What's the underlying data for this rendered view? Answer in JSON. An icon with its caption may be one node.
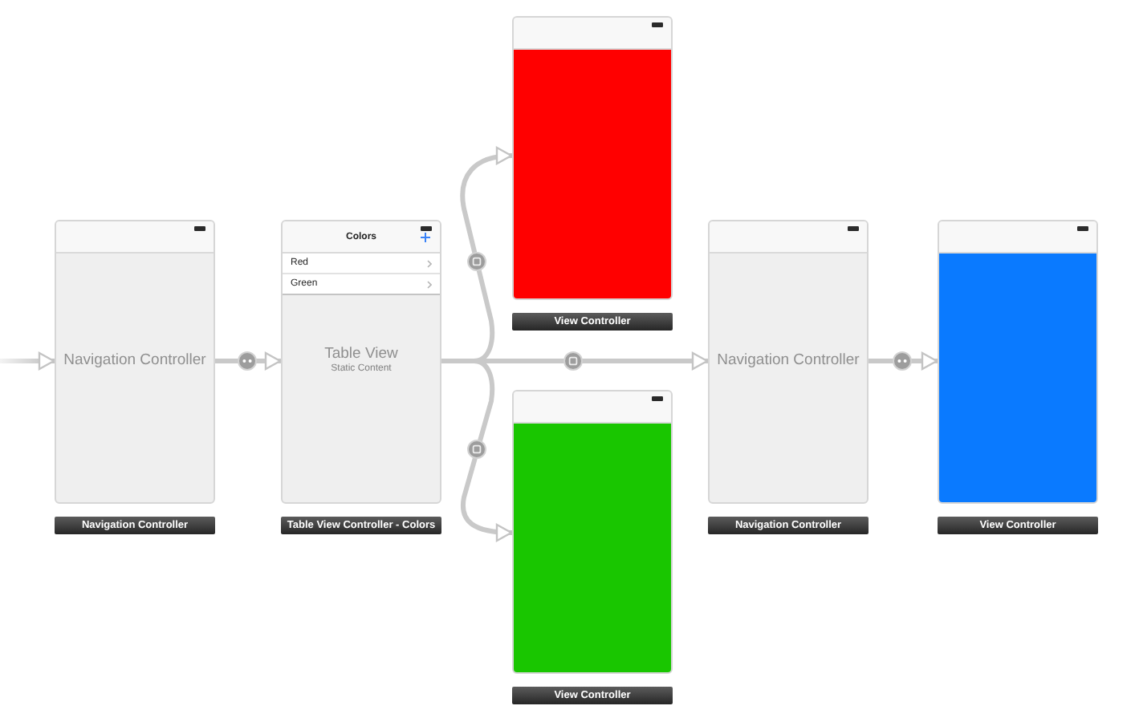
{
  "diagram": {
    "nodes": [
      {
        "text": [
          "Navigation Controller"
        ],
        "beside": [
          "Navigation Controller"
        ]
      },
      {
        "text": [
          "Colors",
          "Red",
          "Green",
          "Table View",
          "Static Content"
        ],
        "beside": [
          "Table View Controller - Colors"
        ]
      },
      {
        "text": [],
        "shape": "box",
        "beside": [
          "View Controller"
        ]
      },
      {
        "text": [],
        "shape": "box",
        "beside": [
          "View Controller"
        ]
      },
      {
        "text": [
          "Navigation Controller"
        ],
        "beside": [
          "Navigation Controller"
        ]
      },
      {
        "text": [],
        "shape": "box",
        "beside": [
          "View Controller"
        ]
      }
    ],
    "edges": [
      {
        "from": null,
        "to": 0,
        "arrow": "to"
      },
      {
        "from": 0,
        "to": 1,
        "arrow": "to"
      },
      {
        "from": 1,
        "to": 2,
        "arrow": "to"
      },
      {
        "from": 1,
        "to": 3,
        "arrow": "to"
      },
      {
        "from": 1,
        "to": 4,
        "arrow": "to"
      },
      {
        "from": 4,
        "to": 5,
        "arrow": "to"
      }
    ]
  }
}
